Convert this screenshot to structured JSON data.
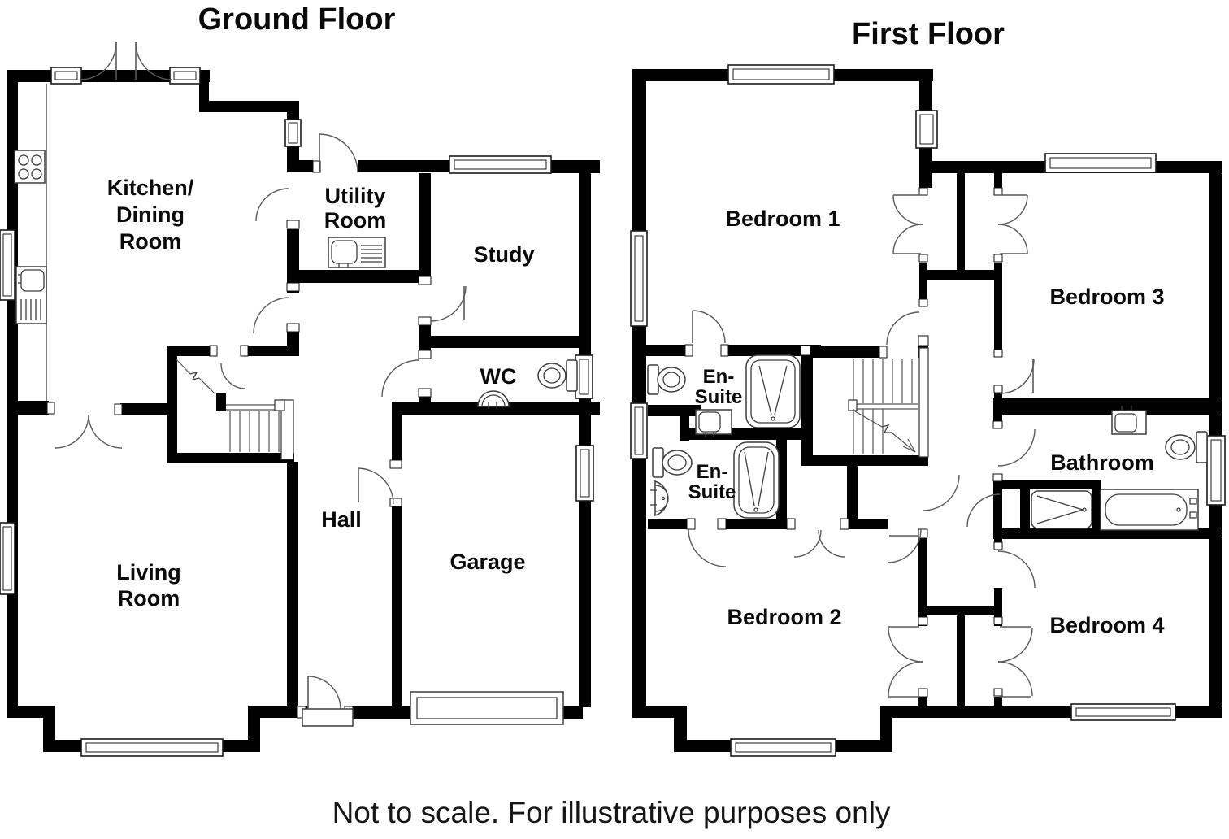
{
  "page": {
    "footer": "Not to scale. For illustrative purposes only",
    "colors": {
      "wall": "#000000",
      "label_text": "#0a0a0a",
      "fixture_line": "#3c3c3c",
      "door_arc": "#5a5a5a",
      "background": "#ffffff"
    }
  },
  "floors": {
    "ground": {
      "title": "Ground Floor",
      "rooms": {
        "kitchen1": "Kitchen/",
        "kitchen2": "Dining",
        "kitchen3": "Room",
        "utility1": "Utility",
        "utility2": "Room",
        "study": "Study",
        "wc": "WC",
        "hall": "Hall",
        "living1": "Living",
        "living2": "Room",
        "garage": "Garage"
      }
    },
    "first": {
      "title": "First Floor",
      "rooms": {
        "bedroom1": "Bedroom 1",
        "bedroom2": "Bedroom 2",
        "bedroom3": "Bedroom 3",
        "bedroom4": "Bedroom 4",
        "ensuite1a": "En-",
        "ensuite1b": "Suite",
        "ensuite2a": "En-",
        "ensuite2b": "Suite",
        "bathroom": "Bathroom"
      }
    }
  }
}
